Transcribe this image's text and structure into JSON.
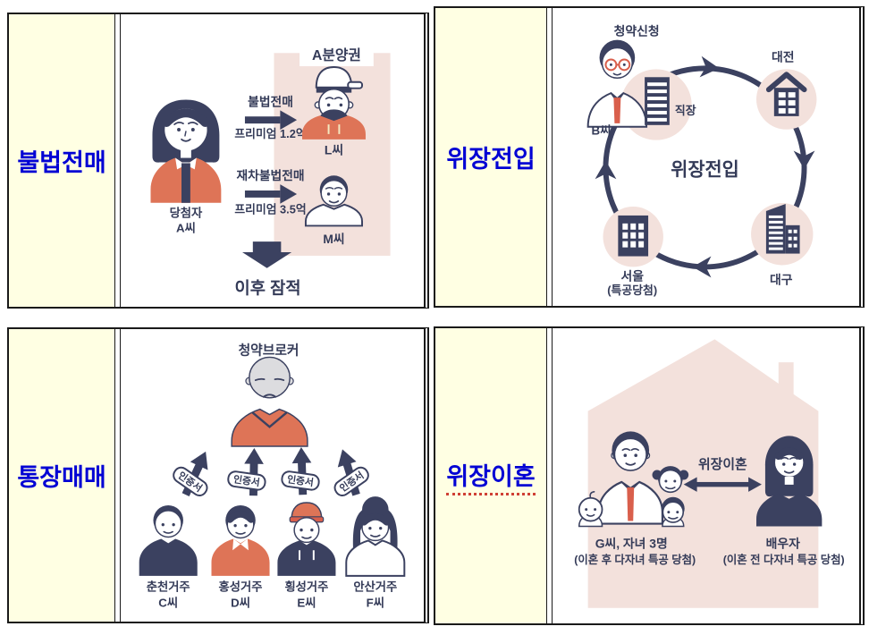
{
  "colors": {
    "label_bg": "#FFFFE3",
    "label_text": "#0202D4",
    "border": "#1a1a1a",
    "navy": "#3B4160",
    "orange": "#DE7457",
    "accent_red": "#D95F4C",
    "pink": "#F3E1DC",
    "gray_head": "#D9D9DE",
    "underline_red": "#cf4034"
  },
  "panels": {
    "illegal_resale": {
      "label": "불법전매",
      "d": {
        "badge": "A분양권",
        "winner1": "당첨자",
        "winner2": "A씨",
        "a1_title": "불법전매",
        "a1_sub": "프리미엄 1.2억",
        "buyer1": "L씨",
        "a2_title": "재차불법전매",
        "a2_sub": "프리미엄 3.5억",
        "buyer2": "M씨",
        "outcome": "이후 잠적"
      }
    },
    "fake_move_in": {
      "label": "위장전입",
      "d": {
        "apply": "청약신청",
        "person": "B씨",
        "workplace": "직장",
        "center": "위장전입",
        "city_tr": "대전",
        "city_br": "대구",
        "city_bl": "서울",
        "city_bl_sub": "(특공당첨)"
      }
    },
    "account_trading": {
      "label": "통장매매",
      "d": {
        "broker": "청약브로커",
        "cert": "인증서",
        "sellers": [
          {
            "region": "춘천거주",
            "id": "C씨"
          },
          {
            "region": "홍성거주",
            "id": "D씨"
          },
          {
            "region": "횡성거주",
            "id": "E씨"
          },
          {
            "region": "안산거주",
            "id": "F씨"
          }
        ]
      }
    },
    "fake_divorce": {
      "label": "위장이혼",
      "d": {
        "center": "위장이혼",
        "left_name": "G씨, 자녀 3명",
        "left_sub": "(이혼 후 다자녀 특공 당첨)",
        "right_name": "배우자",
        "right_sub": "(이혼 전 다자녀 특공 당첨)"
      }
    }
  }
}
